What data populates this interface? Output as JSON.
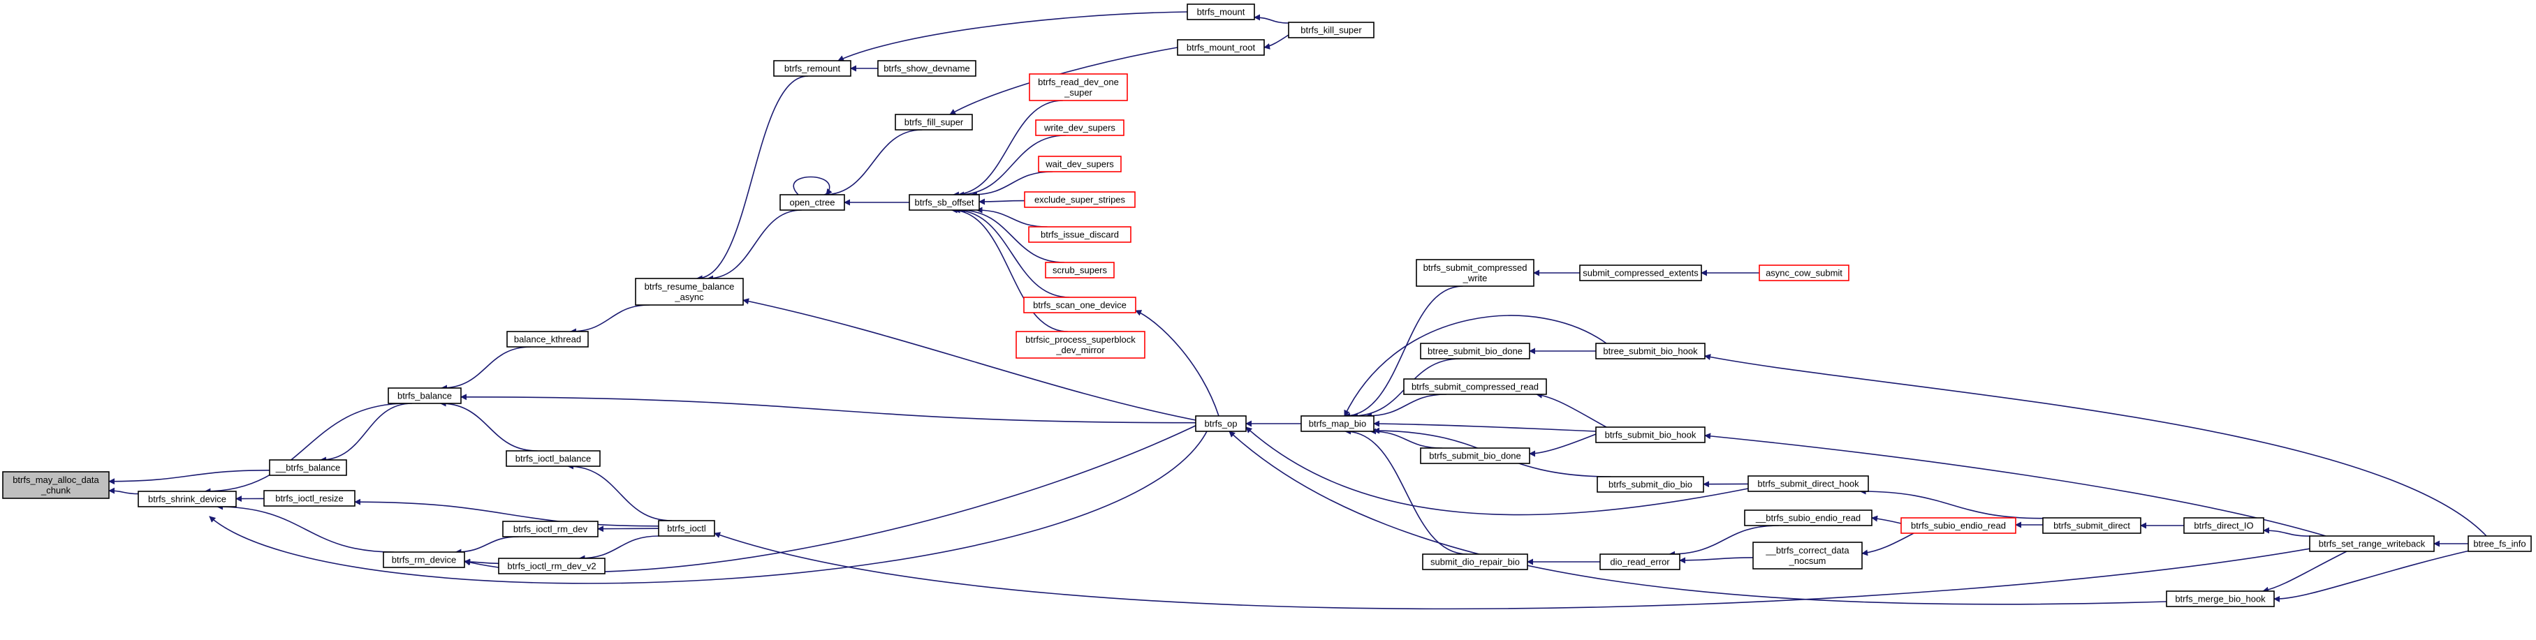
{
  "colors": {
    "edge": "#191970",
    "node_border": "#000000",
    "node_border_truncated": "#ff0000",
    "node_fill": "#ffffff",
    "root_fill": "#bfbfbf",
    "text": "#000000"
  },
  "diagram": {
    "nodes": [
      {
        "id": "root",
        "lines": [
          "btrfs_may_alloc_data",
          "_chunk"
        ],
        "kind": "root"
      },
      {
        "id": "__btrfs_balance",
        "lines": [
          "__btrfs_balance"
        ],
        "kind": "normal"
      },
      {
        "id": "btrfs_shrink_device",
        "lines": [
          "btrfs_shrink_device"
        ],
        "kind": "normal"
      },
      {
        "id": "btrfs_balance",
        "lines": [
          "btrfs_balance"
        ],
        "kind": "normal"
      },
      {
        "id": "btrfs_ioctl_resize",
        "lines": [
          "btrfs_ioctl_resize"
        ],
        "kind": "normal"
      },
      {
        "id": "btrfs_rm_device",
        "lines": [
          "btrfs_rm_device"
        ],
        "kind": "normal"
      },
      {
        "id": "balance_kthread",
        "lines": [
          "balance_kthread"
        ],
        "kind": "normal"
      },
      {
        "id": "btrfs_ioctl_balance",
        "lines": [
          "btrfs_ioctl_balance"
        ],
        "kind": "normal"
      },
      {
        "id": "btrfs_ioctl_rm_dev",
        "lines": [
          "btrfs_ioctl_rm_dev"
        ],
        "kind": "normal"
      },
      {
        "id": "btrfs_ioctl_rm_dev_v2",
        "lines": [
          "btrfs_ioctl_rm_dev_v2"
        ],
        "kind": "normal"
      },
      {
        "id": "btrfs_ioctl",
        "lines": [
          "btrfs_ioctl"
        ],
        "kind": "normal"
      },
      {
        "id": "btrfs_resume_balance_async",
        "lines": [
          "btrfs_resume_balance",
          "_async"
        ],
        "kind": "normal"
      },
      {
        "id": "btrfs_remount",
        "lines": [
          "btrfs_remount"
        ],
        "kind": "normal"
      },
      {
        "id": "open_ctree",
        "lines": [
          "open_ctree"
        ],
        "kind": "normal"
      },
      {
        "id": "btrfs_show_devname",
        "lines": [
          "btrfs_show_devname"
        ],
        "kind": "normal"
      },
      {
        "id": "btrfs_fill_super",
        "lines": [
          "btrfs_fill_super"
        ],
        "kind": "normal"
      },
      {
        "id": "btrfs_sb_offset",
        "lines": [
          "btrfs_sb_offset"
        ],
        "kind": "normal"
      },
      {
        "id": "btrfs_mount",
        "lines": [
          "btrfs_mount"
        ],
        "kind": "normal"
      },
      {
        "id": "btrfs_mount_root",
        "lines": [
          "btrfs_mount_root"
        ],
        "kind": "normal"
      },
      {
        "id": "btrfs_kill_super",
        "lines": [
          "btrfs_kill_super"
        ],
        "kind": "normal"
      },
      {
        "id": "btrfs_read_dev_one_super",
        "lines": [
          "btrfs_read_dev_one",
          "_super"
        ],
        "kind": "truncated"
      },
      {
        "id": "write_dev_supers",
        "lines": [
          "write_dev_supers"
        ],
        "kind": "truncated"
      },
      {
        "id": "wait_dev_supers",
        "lines": [
          "wait_dev_supers"
        ],
        "kind": "truncated"
      },
      {
        "id": "exclude_super_stripes",
        "lines": [
          "exclude_super_stripes"
        ],
        "kind": "truncated"
      },
      {
        "id": "btrfs_issue_discard",
        "lines": [
          "btrfs_issue_discard"
        ],
        "kind": "truncated"
      },
      {
        "id": "scrub_supers",
        "lines": [
          "scrub_supers"
        ],
        "kind": "truncated"
      },
      {
        "id": "btrfs_scan_one_device",
        "lines": [
          "btrfs_scan_one_device"
        ],
        "kind": "truncated"
      },
      {
        "id": "btrfsic_process_superblock_dev_mirror",
        "lines": [
          "btrfsic_process_superblock",
          "_dev_mirror"
        ],
        "kind": "truncated"
      },
      {
        "id": "btrfs_op",
        "lines": [
          "btrfs_op"
        ],
        "kind": "normal"
      },
      {
        "id": "btrfs_map_bio",
        "lines": [
          "btrfs_map_bio"
        ],
        "kind": "normal"
      },
      {
        "id": "btrfs_submit_compressed_write",
        "lines": [
          "btrfs_submit_compressed",
          "_write"
        ],
        "kind": "normal"
      },
      {
        "id": "submit_compressed_extents",
        "lines": [
          "submit_compressed_extents"
        ],
        "kind": "normal"
      },
      {
        "id": "async_cow_submit",
        "lines": [
          "async_cow_submit"
        ],
        "kind": "truncated"
      },
      {
        "id": "btree_submit_bio_done",
        "lines": [
          "btree_submit_bio_done"
        ],
        "kind": "normal"
      },
      {
        "id": "btree_submit_bio_hook",
        "lines": [
          "btree_submit_bio_hook"
        ],
        "kind": "normal"
      },
      {
        "id": "btrfs_submit_compressed_read",
        "lines": [
          "btrfs_submit_compressed_read"
        ],
        "kind": "normal"
      },
      {
        "id": "btrfs_submit_bio_hook",
        "lines": [
          "btrfs_submit_bio_hook"
        ],
        "kind": "normal"
      },
      {
        "id": "btrfs_submit_bio_done",
        "lines": [
          "btrfs_submit_bio_done"
        ],
        "kind": "normal"
      },
      {
        "id": "btrfs_submit_dio_bio",
        "lines": [
          "btrfs_submit_dio_bio"
        ],
        "kind": "normal"
      },
      {
        "id": "btrfs_submit_direct_hook",
        "lines": [
          "btrfs_submit_direct_hook"
        ],
        "kind": "normal"
      },
      {
        "id": "btrfs_submit_direct",
        "lines": [
          "btrfs_submit_direct"
        ],
        "kind": "normal"
      },
      {
        "id": "btrfs_direct_IO",
        "lines": [
          "btrfs_direct_IO"
        ],
        "kind": "normal"
      },
      {
        "id": "btrfs_set_range_writeback",
        "lines": [
          "btrfs_set_range_writeback"
        ],
        "kind": "normal"
      },
      {
        "id": "btree_fs_info",
        "lines": [
          "btree_fs_info"
        ],
        "kind": "normal"
      },
      {
        "id": "__btrfs_subio_endio_read",
        "lines": [
          "__btrfs_subio_endio_read"
        ],
        "kind": "normal"
      },
      {
        "id": "btrfs_subio_endio_read",
        "lines": [
          "btrfs_subio_endio_read"
        ],
        "kind": "truncated"
      },
      {
        "id": "submit_dio_repair_bio",
        "lines": [
          "submit_dio_repair_bio"
        ],
        "kind": "normal"
      },
      {
        "id": "dio_read_error",
        "lines": [
          "dio_read_error"
        ],
        "kind": "normal"
      },
      {
        "id": "__btrfs_correct_data_nocsum",
        "lines": [
          "__btrfs_correct_data",
          "_nocsum"
        ],
        "kind": "normal"
      },
      {
        "id": "btrfs_merge_bio_hook",
        "lines": [
          "btrfs_merge_bio_hook"
        ],
        "kind": "normal"
      }
    ],
    "edges": [
      {
        "from": "__btrfs_balance",
        "to": "root"
      },
      {
        "from": "btrfs_shrink_device",
        "to": "root"
      },
      {
        "from": "btrfs_balance",
        "to": "__btrfs_balance"
      },
      {
        "from": "btrfs_ioctl_resize",
        "to": "btrfs_shrink_device"
      },
      {
        "from": "btrfs_rm_device",
        "to": "btrfs_shrink_device"
      },
      {
        "from": "btrfs_balance",
        "to": "btrfs_shrink_device"
      },
      {
        "from": "btrfs_op",
        "to": "btrfs_shrink_device"
      },
      {
        "from": "balance_kthread",
        "to": "btrfs_balance"
      },
      {
        "from": "btrfs_ioctl_balance",
        "to": "btrfs_balance"
      },
      {
        "from": "btrfs_op",
        "to": "btrfs_balance"
      },
      {
        "from": "btrfs_ioctl",
        "to": "btrfs_ioctl_resize"
      },
      {
        "from": "btrfs_ioctl_rm_dev",
        "to": "btrfs_rm_device"
      },
      {
        "from": "btrfs_ioctl_rm_dev_v2",
        "to": "btrfs_rm_device"
      },
      {
        "from": "btrfs_op",
        "to": "btrfs_rm_device"
      },
      {
        "from": "btrfs_resume_balance_async",
        "to": "balance_kthread"
      },
      {
        "from": "btrfs_ioctl",
        "to": "btrfs_ioctl_balance"
      },
      {
        "from": "btrfs_ioctl",
        "to": "btrfs_ioctl_rm_dev"
      },
      {
        "from": "btrfs_ioctl",
        "to": "btrfs_ioctl_rm_dev_v2"
      },
      {
        "from": "btrfs_set_range_writeback",
        "to": "btrfs_ioctl"
      },
      {
        "from": "btrfs_remount",
        "to": "btrfs_resume_balance_async"
      },
      {
        "from": "open_ctree",
        "to": "btrfs_resume_balance_async"
      },
      {
        "from": "btrfs_op",
        "to": "btrfs_resume_balance_async"
      },
      {
        "from": "btrfs_mount",
        "to": "btrfs_remount"
      },
      {
        "from": "btrfs_show_devname",
        "to": "btrfs_remount"
      },
      {
        "from": "open_ctree",
        "to": "open_ctree"
      },
      {
        "from": "btrfs_fill_super",
        "to": "open_ctree"
      },
      {
        "from": "btrfs_sb_offset",
        "to": "open_ctree"
      },
      {
        "from": "btrfs_mount_root",
        "to": "btrfs_fill_super"
      },
      {
        "from": "btrfs_kill_super",
        "to": "btrfs_mount"
      },
      {
        "from": "btrfs_kill_super",
        "to": "btrfs_mount_root"
      },
      {
        "from": "btrfs_read_dev_one_super",
        "to": "btrfs_sb_offset"
      },
      {
        "from": "write_dev_supers",
        "to": "btrfs_sb_offset"
      },
      {
        "from": "wait_dev_supers",
        "to": "btrfs_sb_offset"
      },
      {
        "from": "exclude_super_stripes",
        "to": "btrfs_sb_offset"
      },
      {
        "from": "btrfs_issue_discard",
        "to": "btrfs_sb_offset"
      },
      {
        "from": "scrub_supers",
        "to": "btrfs_sb_offset"
      },
      {
        "from": "btrfs_scan_one_device",
        "to": "btrfs_sb_offset"
      },
      {
        "from": "btrfsic_process_superblock_dev_mirror",
        "to": "btrfs_sb_offset"
      },
      {
        "from": "btrfs_op",
        "to": "btrfs_scan_one_device"
      },
      {
        "from": "btrfs_map_bio",
        "to": "btrfs_op"
      },
      {
        "from": "btrfs_submit_direct_hook",
        "to": "btrfs_op"
      },
      {
        "from": "btrfs_merge_bio_hook",
        "to": "btrfs_op"
      },
      {
        "from": "btrfs_submit_compressed_write",
        "to": "btrfs_map_bio"
      },
      {
        "from": "btree_submit_bio_done",
        "to": "btrfs_map_bio"
      },
      {
        "from": "btree_submit_bio_hook",
        "to": "btrfs_map_bio"
      },
      {
        "from": "btrfs_submit_compressed_read",
        "to": "btrfs_map_bio"
      },
      {
        "from": "btrfs_submit_bio_hook",
        "to": "btrfs_map_bio"
      },
      {
        "from": "btrfs_submit_bio_done",
        "to": "btrfs_map_bio"
      },
      {
        "from": "submit_dio_repair_bio",
        "to": "btrfs_map_bio"
      },
      {
        "from": "btrfs_submit_dio_bio",
        "to": "btrfs_map_bio"
      },
      {
        "from": "submit_compressed_extents",
        "to": "btrfs_submit_compressed_write"
      },
      {
        "from": "async_cow_submit",
        "to": "submit_compressed_extents"
      },
      {
        "from": "btree_submit_bio_hook",
        "to": "btree_submit_bio_done"
      },
      {
        "from": "btree_fs_info",
        "to": "btree_submit_bio_hook"
      },
      {
        "from": "btrfs_submit_bio_hook",
        "to": "btrfs_submit_compressed_read"
      },
      {
        "from": "btrfs_set_range_writeback",
        "to": "btrfs_submit_bio_hook"
      },
      {
        "from": "btrfs_submit_bio_hook",
        "to": "btrfs_submit_bio_done"
      },
      {
        "from": "btrfs_submit_direct_hook",
        "to": "btrfs_submit_dio_bio"
      },
      {
        "from": "btrfs_submit_direct",
        "to": "btrfs_submit_direct_hook"
      },
      {
        "from": "btrfs_direct_IO",
        "to": "btrfs_submit_direct"
      },
      {
        "from": "btrfs_set_range_writeback",
        "to": "btrfs_direct_IO"
      },
      {
        "from": "btree_fs_info",
        "to": "btrfs_set_range_writeback"
      },
      {
        "from": "btrfs_subio_endio_read",
        "to": "__btrfs_subio_endio_read"
      },
      {
        "from": "btrfs_submit_direct",
        "to": "btrfs_subio_endio_read"
      },
      {
        "from": "dio_read_error",
        "to": "submit_dio_repair_bio"
      },
      {
        "from": "__btrfs_subio_endio_read",
        "to": "dio_read_error"
      },
      {
        "from": "__btrfs_correct_data_nocsum",
        "to": "dio_read_error"
      },
      {
        "from": "btrfs_subio_endio_read",
        "to": "__btrfs_correct_data_nocsum"
      },
      {
        "from": "btree_fs_info",
        "to": "btrfs_merge_bio_hook"
      },
      {
        "from": "btrfs_set_range_writeback",
        "to": "btrfs_merge_bio_hook"
      }
    ]
  }
}
